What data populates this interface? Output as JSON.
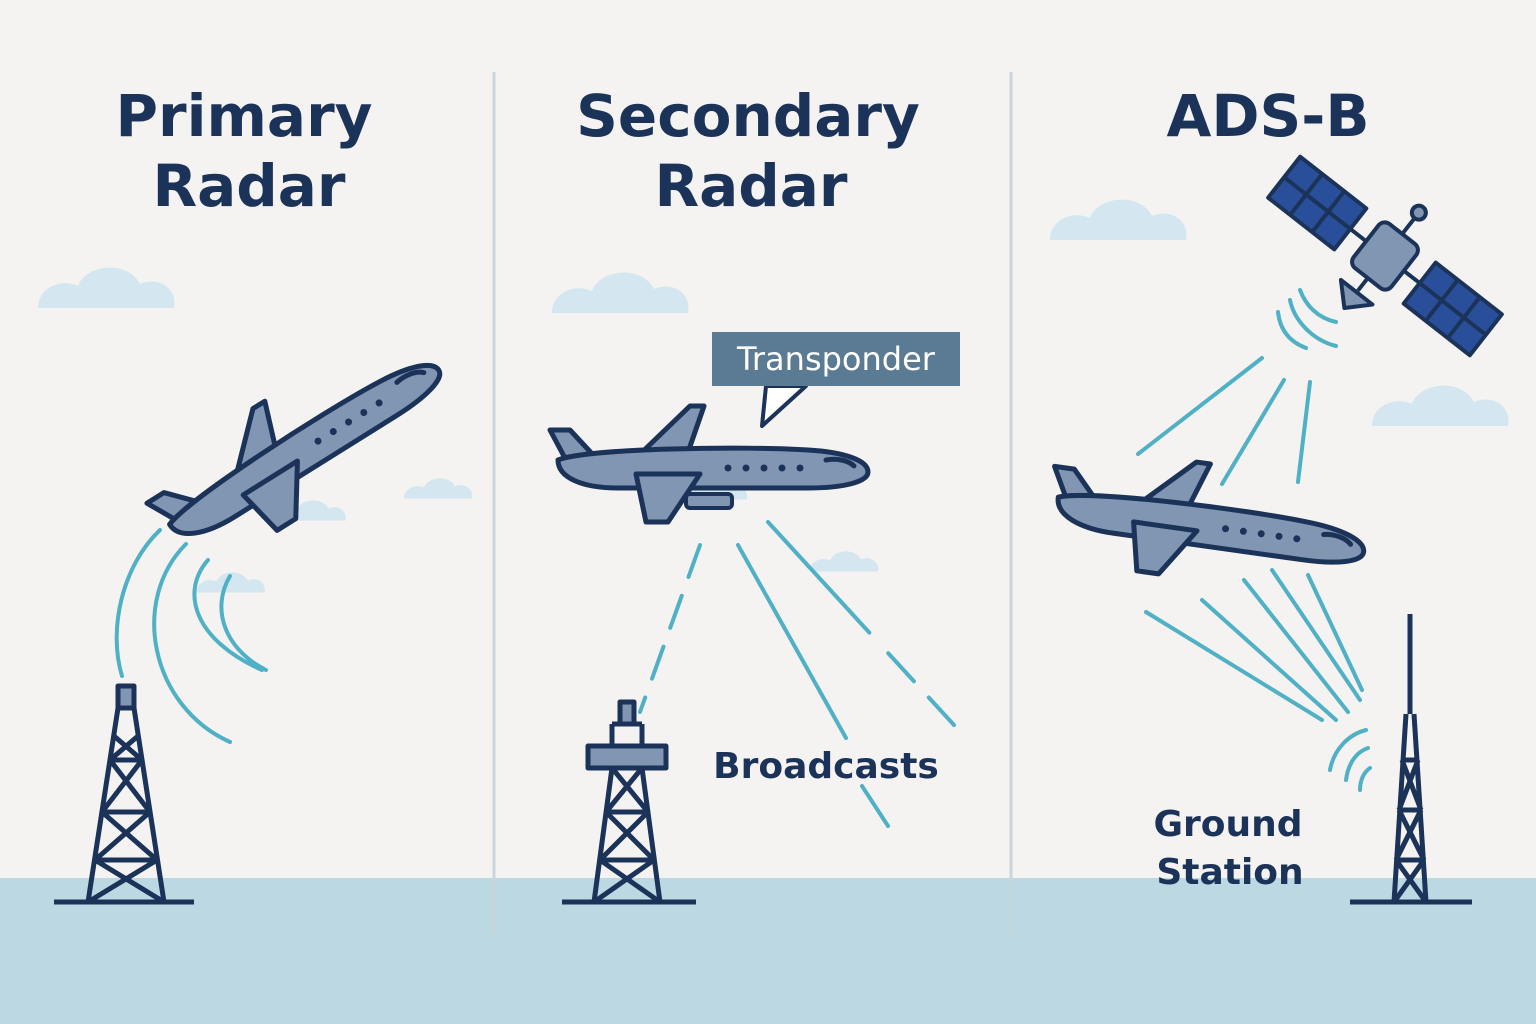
{
  "panels": {
    "primary": {
      "title_line1": "Primary",
      "title_line2": "Radar"
    },
    "secondary": {
      "title_line1": "Secondary",
      "title_line2": "Radar",
      "callout": "Transponder",
      "signal_label": "Broadcasts"
    },
    "adsb": {
      "title": "ADS-B",
      "station_label_line1": "Ground",
      "station_label_line2": "Station"
    }
  },
  "colors": {
    "background": "#f4f3f1",
    "ground": "#bcd8e3",
    "outline": "#1b3358",
    "aircraft_fill": "#8096b3",
    "signal": "#4fb0c6",
    "cloud": "#d4e6ef",
    "callout_fill": "#5b7a94",
    "solar_panel": "#2a4f9a"
  },
  "icons": [
    "airplane-icon",
    "radar-tower-icon",
    "satellite-icon",
    "cloud-icon",
    "signal-wave-icon"
  ]
}
